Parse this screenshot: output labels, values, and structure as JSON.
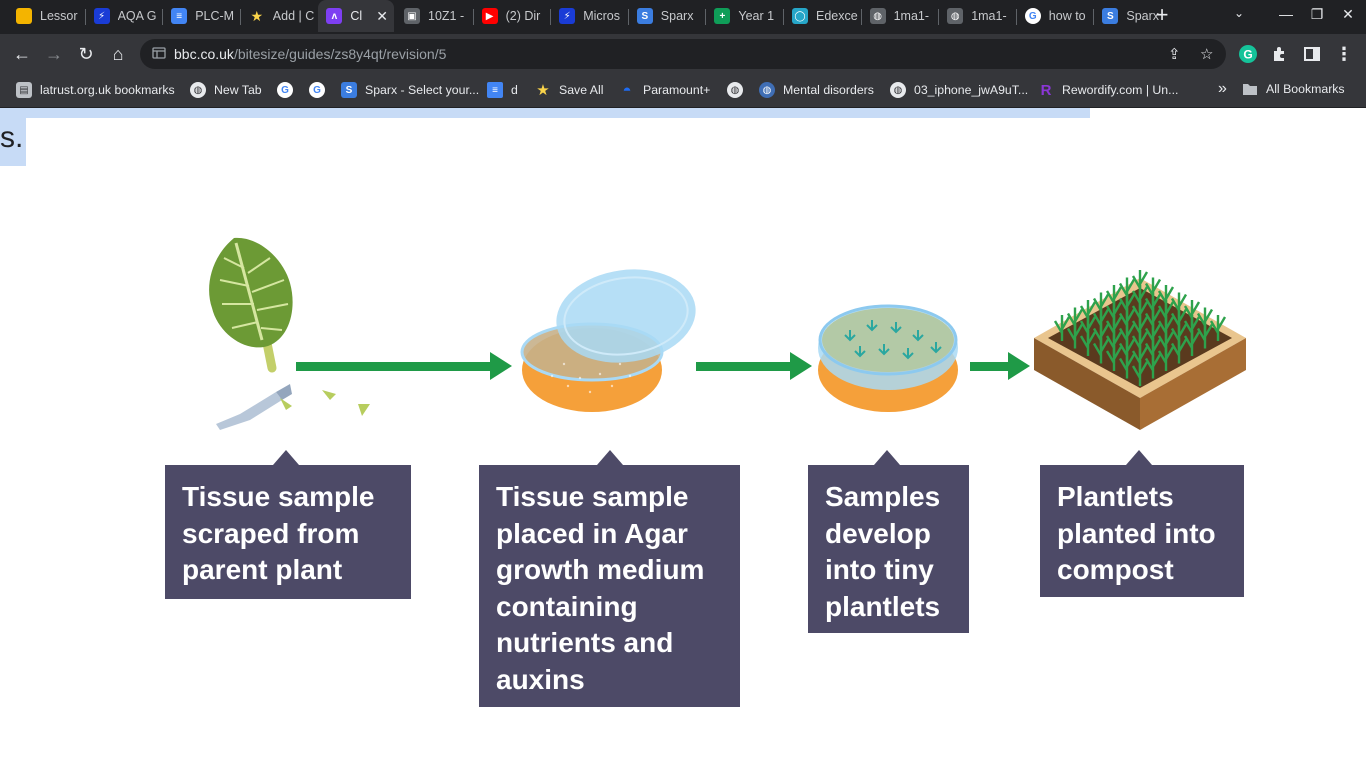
{
  "tabs": [
    {
      "title": "Lessor",
      "icon": "slides-icon",
      "color": "#f4b400",
      "glyph": ""
    },
    {
      "title": "AQA G",
      "icon": "lightning-icon",
      "color": "#1a3cd6",
      "glyph": "⚡"
    },
    {
      "title": "PLC-M",
      "icon": "docs-icon",
      "color": "#4285f4",
      "glyph": "≡"
    },
    {
      "title": "Add | C",
      "icon": "star-icon",
      "color": "#202124",
      "glyph": "★"
    },
    {
      "title": "Cl",
      "icon": "app-icon",
      "color": "#7e3ff2",
      "glyph": "ʌ"
    },
    {
      "title": "10Z1 -",
      "icon": "classroom-icon",
      "color": "#5f6368",
      "glyph": "▣"
    },
    {
      "title": "(2) Dir",
      "icon": "youtube-icon",
      "color": "#ff0000",
      "glyph": "▶"
    },
    {
      "title": "Micros",
      "icon": "lightning-icon",
      "color": "#1a3cd6",
      "glyph": "⚡"
    },
    {
      "title": "Sparx",
      "icon": "sparx-icon",
      "color": "#3b7de0",
      "glyph": "S"
    },
    {
      "title": "Year 1",
      "icon": "sheets-icon",
      "color": "#0f9d58",
      "glyph": "+"
    },
    {
      "title": "Edexce",
      "icon": "edexcel-icon",
      "color": "#26a6c8",
      "glyph": "◯"
    },
    {
      "title": "1ma1-",
      "icon": "globe-icon",
      "color": "#5f6368",
      "glyph": "◍"
    },
    {
      "title": "1ma1-",
      "icon": "globe-icon",
      "color": "#5f6368",
      "glyph": "◍"
    },
    {
      "title": "how to",
      "icon": "google-icon",
      "color": "#ffffff",
      "glyph": "G"
    },
    {
      "title": "Sparx",
      "icon": "sparx-icon",
      "color": "#3b7de0",
      "glyph": "S"
    }
  ],
  "active_tab_index": 4,
  "url": {
    "host": "bbc.co.uk",
    "path": "/bitesize/guides/zs8y4qt/revision/5"
  },
  "bookmarks": [
    {
      "label": "latrust.org.uk bookmarks",
      "icon": "folder-icon"
    },
    {
      "label": "New Tab",
      "icon": "globe-icon"
    },
    {
      "label": "",
      "icon": "google-icon"
    },
    {
      "label": "",
      "icon": "google-icon"
    },
    {
      "label": "Sparx - Select your...",
      "icon": "sparx-icon"
    },
    {
      "label": "d",
      "icon": "docs-icon"
    },
    {
      "label": "Save All",
      "icon": "star-icon"
    },
    {
      "label": "Paramount+",
      "icon": "paramount-icon"
    },
    {
      "label": "",
      "icon": "globe-icon"
    },
    {
      "label": "Mental disorders",
      "icon": "who-icon"
    },
    {
      "label": "03_iphone_jwA9uT...",
      "icon": "globe-icon"
    },
    {
      "label": "Rewordify.com | Un...",
      "icon": "rewordify-icon"
    }
  ],
  "bookmarks_more": "»",
  "all_bookmarks": "All Bookmarks",
  "page": {
    "cut_text": "s.",
    "steps": [
      {
        "text": "Tissue sample\nscraped from\nparent plant"
      },
      {
        "text": "Tissue sample\nplaced in Agar\ngrowth medium\ncontaining\nnutrients and\nauxins"
      },
      {
        "text": "Samples\ndevelop\ninto tiny\nplantlets"
      },
      {
        "text": "Plantlets\nplanted into\ncompost"
      }
    ]
  },
  "colors": {
    "arrow": "#1f9a47",
    "agar": "#f5a03a",
    "lid": "#a9d9f5",
    "box": "#4d4a67",
    "leaf": "#6c9a35",
    "crate": "#b07a40",
    "sprout": "#2ea24c"
  }
}
